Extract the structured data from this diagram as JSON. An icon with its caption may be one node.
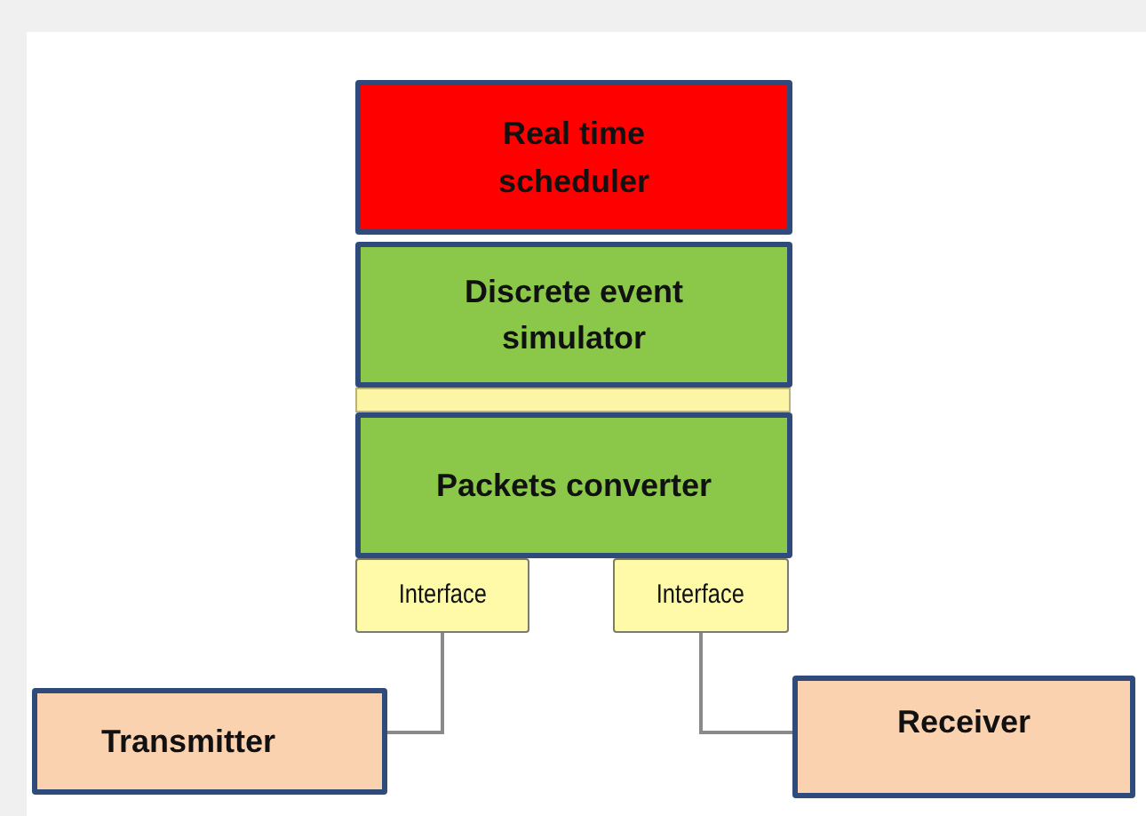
{
  "diagram": {
    "nodes": [
      {
        "text": [
          "Real time scheduler"
        ]
      },
      {
        "text": [
          "Discrete event simulator"
        ]
      },
      {
        "text": [],
        "shape": "bar"
      },
      {
        "text": [
          "Packets converter"
        ]
      },
      {
        "text": [
          "Interface"
        ]
      },
      {
        "text": [
          "Interface"
        ]
      },
      {
        "text": [
          "Transmitter"
        ]
      },
      {
        "text": [
          "Receiver"
        ]
      }
    ],
    "edges": [
      {
        "from": 4,
        "to": 6,
        "arrow": "none"
      },
      {
        "from": 5,
        "to": 7,
        "arrow": "none"
      }
    ]
  }
}
